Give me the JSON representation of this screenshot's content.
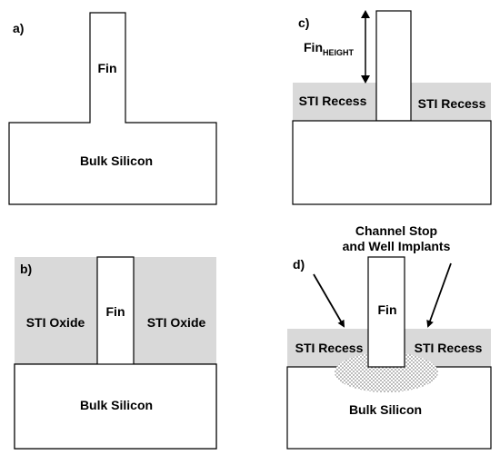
{
  "colors": {
    "oxide": "#d9d9d9",
    "outline": "#000000",
    "implant": "#bfbfbf"
  },
  "panel_a": {
    "tag": "a)",
    "fin": "Fin",
    "bulk": "Bulk Silicon"
  },
  "panel_b": {
    "tag": "b)",
    "fin": "Fin",
    "oxide_left": "STI Oxide",
    "oxide_right": "STI Oxide",
    "bulk": "Bulk Silicon"
  },
  "panel_c": {
    "tag": "c)",
    "fin_height_main": "Fin",
    "fin_height_sub": "HEIGHT",
    "recess_left": "STI Recess",
    "recess_right": "STI Recess"
  },
  "panel_d": {
    "tag": "d)",
    "implant_line1": "Channel Stop",
    "implant_line2": "and Well Implants",
    "fin": "Fin",
    "recess_left": "STI Recess",
    "recess_right": "STI Recess",
    "bulk": "Bulk Silicon"
  }
}
